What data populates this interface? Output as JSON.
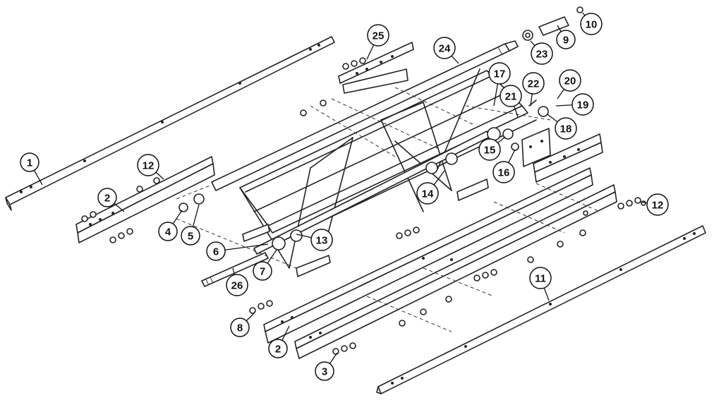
{
  "callouts": [
    {
      "id": "c1",
      "label": "1"
    },
    {
      "id": "c2a",
      "label": "2"
    },
    {
      "id": "c2b",
      "label": "2"
    },
    {
      "id": "c3",
      "label": "3"
    },
    {
      "id": "c4",
      "label": "4"
    },
    {
      "id": "c5",
      "label": "5"
    },
    {
      "id": "c6",
      "label": "6"
    },
    {
      "id": "c7",
      "label": "7"
    },
    {
      "id": "c8",
      "label": "8"
    },
    {
      "id": "c9",
      "label": "9"
    },
    {
      "id": "c10",
      "label": "10"
    },
    {
      "id": "c11",
      "label": "11"
    },
    {
      "id": "c12a",
      "label": "12"
    },
    {
      "id": "c12b",
      "label": "12"
    },
    {
      "id": "c13",
      "label": "13"
    },
    {
      "id": "c14",
      "label": "14"
    },
    {
      "id": "c15",
      "label": "15"
    },
    {
      "id": "c16",
      "label": "16"
    },
    {
      "id": "c17",
      "label": "17"
    },
    {
      "id": "c18",
      "label": "18"
    },
    {
      "id": "c19",
      "label": "19"
    },
    {
      "id": "c20",
      "label": "20"
    },
    {
      "id": "c21",
      "label": "21"
    },
    {
      "id": "c22",
      "label": "22"
    },
    {
      "id": "c23",
      "label": "23"
    },
    {
      "id": "c24",
      "label": "24"
    },
    {
      "id": "c25",
      "label": "25"
    },
    {
      "id": "c26",
      "label": "26"
    }
  ]
}
